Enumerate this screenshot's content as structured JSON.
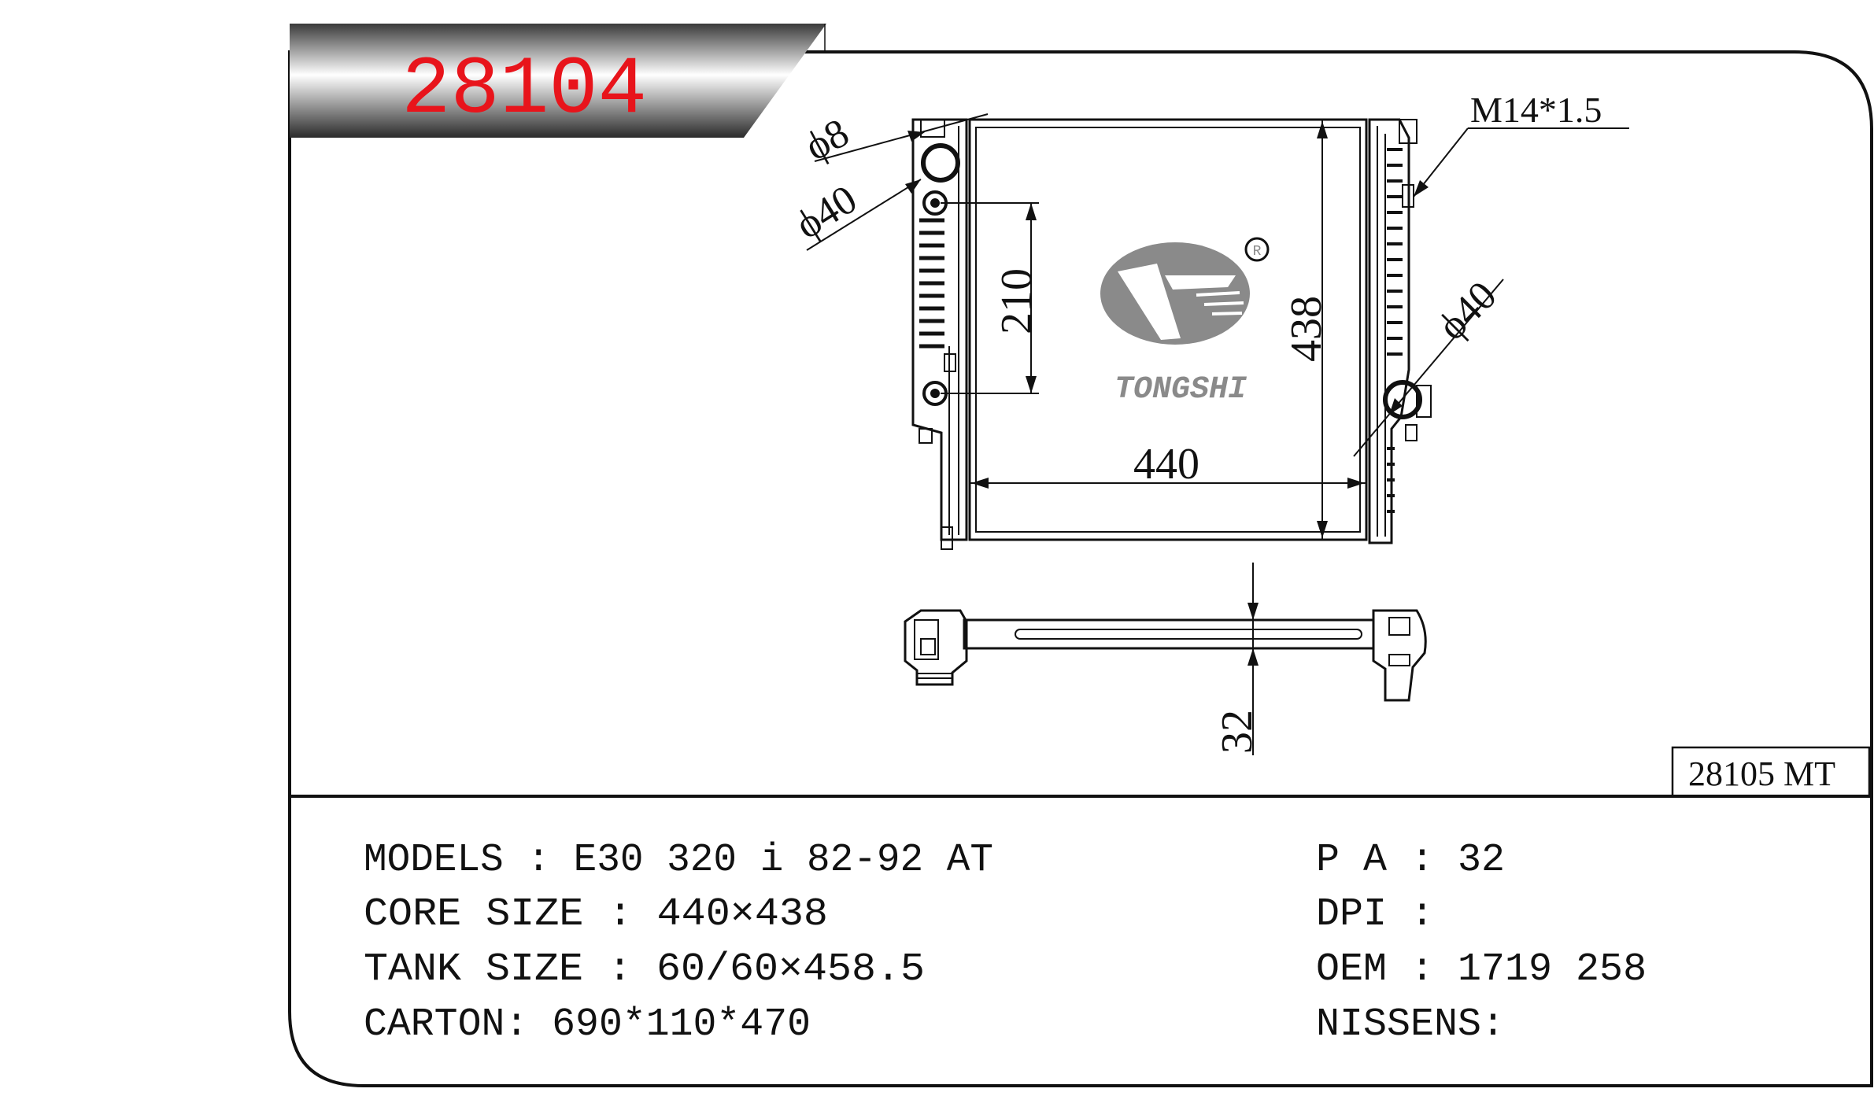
{
  "header": {
    "part_number": "28104",
    "part_number_color": "#e8141b"
  },
  "brand": {
    "name": "TONGSHI",
    "registered_mark": "R",
    "logo_color": "#8a8a8a"
  },
  "drawing": {
    "dim_phi8": "ϕ8",
    "dim_phi40_left": "ϕ40",
    "dim_phi40_right": "ϕ40",
    "dim_thread": "M14*1.5",
    "dim_210": "210",
    "dim_438": "438",
    "dim_440": "440",
    "dim_32": "32"
  },
  "reference_tag": "28105 MT",
  "specs": {
    "left": [
      {
        "label": "MODELS : ",
        "value": "E30 320 i 82-92 AT"
      },
      {
        "label": "CORE SIZE : ",
        "value": "440×438"
      },
      {
        "label": "TANK SIZE : ",
        "value": "60/60×458.5"
      },
      {
        "label": "CARTON: ",
        "value": "690*110*470"
      }
    ],
    "right": [
      {
        "label": "P A : ",
        "value": "32"
      },
      {
        "label": "DPI : ",
        "value": ""
      },
      {
        "label": "OEM : ",
        "value": "1719 258"
      },
      {
        "label": "NISSENS:",
        "value": ""
      }
    ]
  }
}
